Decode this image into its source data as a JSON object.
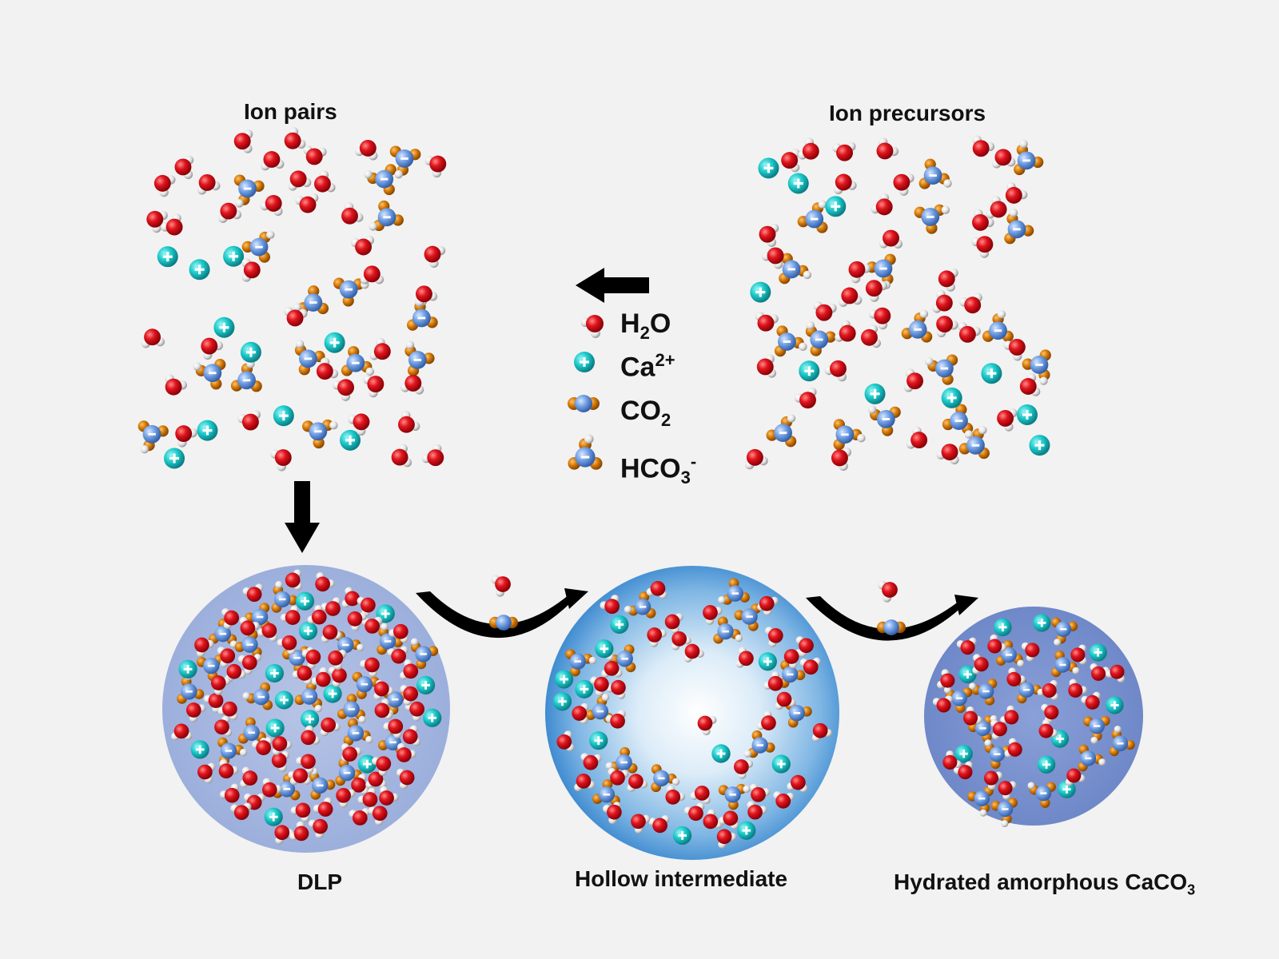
{
  "panels": {
    "ion_pairs": "Ion pairs",
    "ion_precursors": "Ion precursors"
  },
  "legend": {
    "water": {
      "base": "H",
      "sub": "2",
      "tail": "O"
    },
    "calcium": {
      "base": "Ca",
      "sup": "2+"
    },
    "co2": {
      "base": "CO",
      "sub": "2"
    },
    "bicarbonate": {
      "base": "HCO",
      "sub": "3",
      "sup": "-"
    }
  },
  "stages": {
    "dlp": "DLP",
    "hollow": "Hollow intermediate",
    "acc": {
      "base": "Hydrated amorphous CaCO",
      "sub": "3"
    }
  },
  "colors": {
    "background": "#f2f2f2",
    "oxygen": "#d8101a",
    "hydrogen": "#e8e8e8",
    "calcium": "#1fc9c9",
    "carbon": "#6f9ee0",
    "co2_oxygen": "#d97c0a",
    "dlp_sphere": "#a9b8dd",
    "hollow_sphere": "#5aa1dc",
    "acc_sphere": "#7f96d2",
    "arrow": "#000000"
  },
  "icons": {
    "arrow_left": "left-arrow-icon",
    "arrow_down": "down-arrow-icon",
    "curved_arrow": "curved-arrow-icon"
  }
}
